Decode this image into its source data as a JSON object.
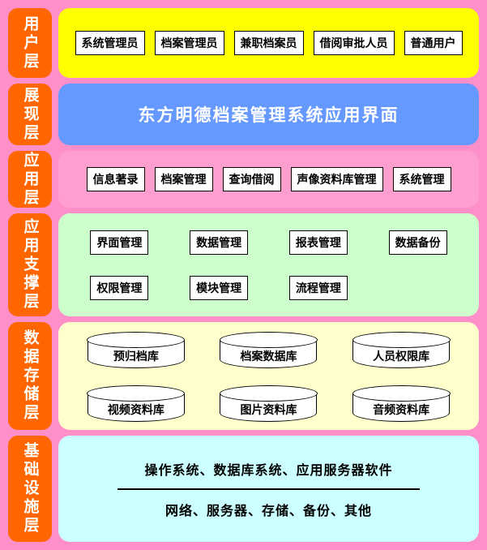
{
  "diagram": {
    "layers": [
      {
        "label": "用户层",
        "items": [
          "系统管理员",
          "档案管理员",
          "兼职档案员",
          "借阅审批人员",
          "普通用户"
        ]
      },
      {
        "label": "展现层",
        "title": "东方明德档案管理系统应用界面"
      },
      {
        "label": "应用层",
        "items": [
          "信息著录",
          "档案管理",
          "查询借阅",
          "声像资料库管理",
          "系统管理"
        ]
      },
      {
        "label": "应用支撑层",
        "rows": [
          [
            "界面管理",
            "数据管理",
            "报表管理",
            "数据备份"
          ],
          [
            "权限管理",
            "模块管理",
            "流程管理"
          ]
        ]
      },
      {
        "label": "数据存储层",
        "rows": [
          [
            "预归档库",
            "档案数据库",
            "人员权限库"
          ],
          [
            "视频资料库",
            "图片资料库",
            "音频资料库"
          ]
        ]
      },
      {
        "label": "基础设施层",
        "lines": [
          "操作系统、数据库系统、应用服务器软件",
          "网络、服务器、存储、备份、其他"
        ]
      }
    ],
    "colors": {
      "page_background": "#FF8FC8",
      "layer_label": "#FF6600",
      "user_layer_band": "#FFFF00",
      "presentation_layer_band": "#6699FF",
      "application_layer_band": "#FF9FD0",
      "support_layer_band": "#CCFFCC",
      "storage_layer_band": "#FFFFCC",
      "infrastructure_layer_band": "#CCFFFF",
      "node_background": "#FFFFFF",
      "node_border": "#000000"
    }
  }
}
